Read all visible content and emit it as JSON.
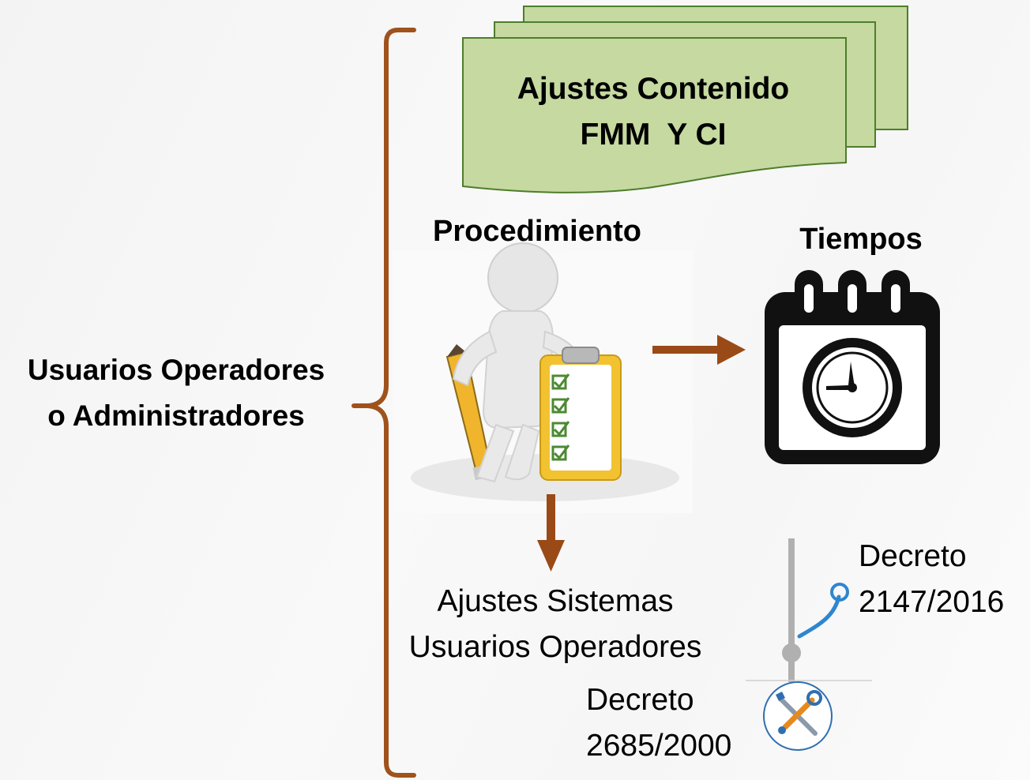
{
  "left_title": {
    "line1": "Usuarios Operadores",
    "line2": "o Administradores"
  },
  "document_stack": {
    "line1": "Ajustes Contenido",
    "line2": "FMM  Y CI",
    "fill_color": "#c5d9a0",
    "border_color": "#4e7d2c"
  },
  "procedure": {
    "label": "Procedimiento"
  },
  "times": {
    "label": "Tiempos"
  },
  "systems": {
    "line1": "Ajustes Sistemas",
    "line2": "Usuarios Operadores"
  },
  "decree_top": {
    "line1": "Decreto",
    "line2": "2147/2016"
  },
  "decree_bottom": {
    "line1": "Decreto",
    "line2": "2685/2000"
  },
  "colors": {
    "brace": "#a0521c",
    "arrow": "#9a4a17",
    "timeline": "#b0b0b0",
    "accent_blue": "#2f86cf"
  },
  "icons": [
    "brace-icon",
    "document-stack-icon",
    "person-checklist-icon",
    "calendar-clock-icon",
    "pin-icon",
    "tools-icon"
  ]
}
